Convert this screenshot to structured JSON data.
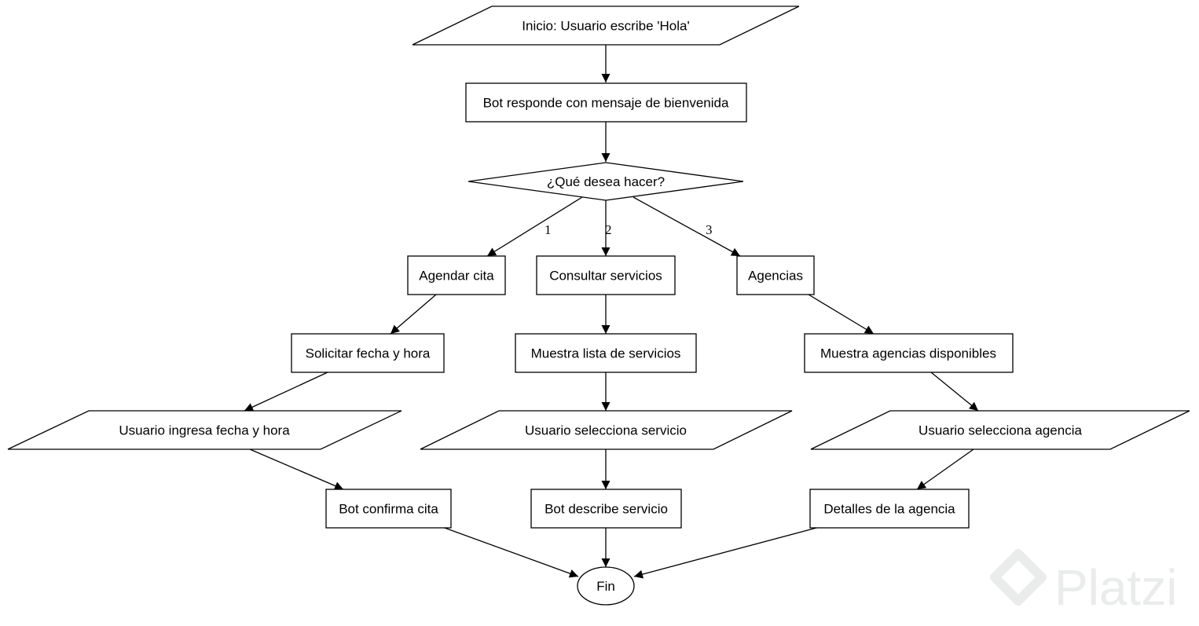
{
  "diagram": {
    "type": "flowchart",
    "nodes": {
      "inicio": "Inicio: Usuario escribe 'Hola'",
      "bienvenida": "Bot responde con mensaje de bienvenida",
      "decision": "¿Qué desea hacer?",
      "agendar": "Agendar cita",
      "consultar": "Consultar servicios",
      "agencias": "Agencias",
      "solicitar": "Solicitar fecha y hora",
      "lista": "Muestra lista de servicios",
      "muestra_agencias": "Muestra agencias disponibles",
      "ingresa_fecha": "Usuario ingresa fecha y hora",
      "selecciona_servicio": "Usuario selecciona servicio",
      "selecciona_agencia": "Usuario selecciona agencia",
      "confirma": "Bot confirma cita",
      "describe": "Bot describe servicio",
      "detalles": "Detalles de la agencia",
      "fin": "Fin"
    },
    "edges": [
      {
        "from": "inicio",
        "to": "bienvenida"
      },
      {
        "from": "bienvenida",
        "to": "decision"
      },
      {
        "from": "decision",
        "to": "agendar",
        "label": "1"
      },
      {
        "from": "decision",
        "to": "consultar",
        "label": "2"
      },
      {
        "from": "decision",
        "to": "agencias",
        "label": "3"
      },
      {
        "from": "agendar",
        "to": "solicitar"
      },
      {
        "from": "consultar",
        "to": "lista"
      },
      {
        "from": "agencias",
        "to": "muestra_agencias"
      },
      {
        "from": "solicitar",
        "to": "ingresa_fecha"
      },
      {
        "from": "lista",
        "to": "selecciona_servicio"
      },
      {
        "from": "muestra_agencias",
        "to": "selecciona_agencia"
      },
      {
        "from": "ingresa_fecha",
        "to": "confirma"
      },
      {
        "from": "selecciona_servicio",
        "to": "describe"
      },
      {
        "from": "selecciona_agencia",
        "to": "detalles"
      },
      {
        "from": "confirma",
        "to": "fin"
      },
      {
        "from": "describe",
        "to": "fin"
      },
      {
        "from": "detalles",
        "to": "fin"
      }
    ]
  },
  "watermark": {
    "text": "Platzi",
    "icon": "platzi-logo-icon",
    "color": "#e9ecea"
  }
}
